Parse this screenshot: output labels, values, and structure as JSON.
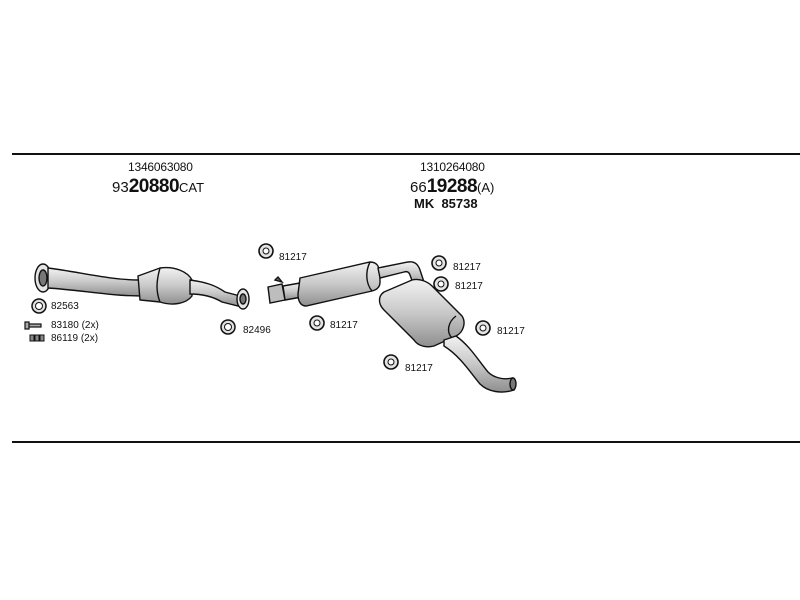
{
  "header_left": {
    "part_number": "1346063080",
    "code_prefix": "93",
    "code_main": "20880",
    "code_suffix": "CAT"
  },
  "header_right": {
    "part_number": "1310264080",
    "code_prefix": "66",
    "code_main": "19288",
    "code_suffix": "(A)",
    "kit": "MK  85738"
  },
  "parts": {
    "gasket_82563": "82563",
    "bolt_83180": "83180 (2x)",
    "nut_86119": "86119 (2x)",
    "gasket_82496": "82496",
    "hanger_a": "81217",
    "hanger_b": "81217",
    "hanger_c": "81217",
    "hanger_d": "81217",
    "hanger_e": "81217",
    "hanger_f": "81217"
  },
  "colors": {
    "line": "#111111",
    "part_fill": "#d9d9d9",
    "part_shadow": "#9a9a9a"
  }
}
